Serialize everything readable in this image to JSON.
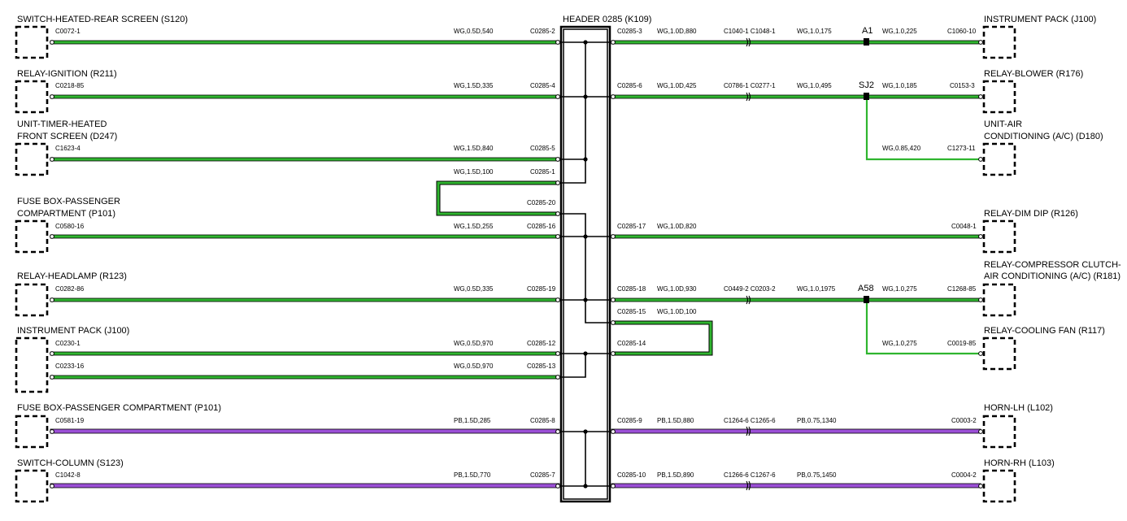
{
  "header": {
    "title": "HEADER 0285 (K109)"
  },
  "left_components": [
    {
      "lines": [
        "SWITCH-HEATED-REAR SCREEN (S120)"
      ]
    },
    {
      "lines": [
        "RELAY-IGNITION (R211)"
      ]
    },
    {
      "lines": [
        "UNIT-TIMER-HEATED",
        "FRONT SCREEN (D247)"
      ]
    },
    {
      "lines": [
        "FUSE BOX-PASSENGER",
        "COMPARTMENT (P101)"
      ]
    },
    {
      "lines": [
        "RELAY-HEADLAMP (R123)"
      ]
    },
    {
      "lines": [
        "INSTRUMENT PACK (J100)"
      ]
    },
    {
      "lines": [
        "FUSE BOX-PASSENGER COMPARTMENT (P101)"
      ]
    },
    {
      "lines": [
        "SWITCH-COLUMN (S123)"
      ]
    }
  ],
  "right_components": [
    {
      "lines": [
        "INSTRUMENT PACK (J100)"
      ]
    },
    {
      "lines": [
        "RELAY-BLOWER (R176)"
      ]
    },
    {
      "lines": [
        "UNIT-AIR",
        "CONDITIONING (A/C) (D180)"
      ]
    },
    {
      "lines": [
        "RELAY-DIM DIP (R126)"
      ]
    },
    {
      "lines": [
        "RELAY-COMPRESSOR CLUTCH-",
        "AIR CONDITIONING (A/C) (R181)"
      ]
    },
    {
      "lines": [
        "RELAY-COOLING FAN (R117)"
      ]
    },
    {
      "lines": [
        "HORN-LH (L102)"
      ]
    },
    {
      "lines": [
        "HORN-RH (L103)"
      ]
    }
  ],
  "left_wires": [
    {
      "pin": "C0072-1",
      "wire": "WG,0.5D,540",
      "header_pin": "C0285-2",
      "color": "green"
    },
    {
      "pin": "C0218-85",
      "wire": "WG,1.5D,335",
      "header_pin": "C0285-4",
      "color": "green"
    },
    {
      "pin": "C1623-4",
      "wire": "WG,1.5D,840",
      "header_pin": "C0285-5",
      "color": "green"
    },
    {
      "pin": "",
      "wire": "WG,1.5D,100",
      "header_pin": "C0285-1",
      "color": "none"
    },
    {
      "pin": "",
      "wire": "",
      "header_pin": "C0285-20",
      "color": "green"
    },
    {
      "pin": "C0580-16",
      "wire": "WG,1.5D,255",
      "header_pin": "C0285-16",
      "color": "green"
    },
    {
      "pin": "C0282-86",
      "wire": "WG,0.5D,335",
      "header_pin": "C0285-19",
      "color": "green"
    },
    {
      "pin": "C0230-1",
      "wire": "WG,0.5D,970",
      "header_pin": "C0285-12",
      "color": "green"
    },
    {
      "pin": "C0233-16",
      "wire": "WG,0.5D,970",
      "header_pin": "C0285-13",
      "color": "green"
    },
    {
      "pin": "C0581-19",
      "wire": "PB,1.5D,285",
      "header_pin": "C0285-8",
      "color": "purple"
    },
    {
      "pin": "C1042-8",
      "wire": "PB,1.5D,770",
      "header_pin": "C0285-7",
      "color": "purple"
    }
  ],
  "right_wires": [
    {
      "header_pin": "C0285-3",
      "wire1": "WG,1.0D,880",
      "inline": "C1040-1 C1048-1",
      "wire2": "WG,1.0,175",
      "node": "A1",
      "wire3": "WG,1.0,225",
      "pin": "C1060-10",
      "color": "green"
    },
    {
      "header_pin": "C0285-6",
      "wire1": "WG,1.0D,425",
      "inline": "C0786-1 C0277-1",
      "wire2": "WG,1.0,495",
      "node": "SJ2",
      "wire3": "WG,1.0,185",
      "pin": "C0153-3",
      "color": "green"
    },
    {
      "header_pin": "",
      "wire1": "",
      "inline": "",
      "wire2": "",
      "node": "",
      "wire3": "WG,0.85,420",
      "pin": "C1273-11",
      "color": "green"
    },
    {
      "header_pin": "C0285-17",
      "wire1": "WG,1.0D,820",
      "inline": "",
      "wire2": "",
      "node": "",
      "wire3": "",
      "pin": "C0048-1",
      "color": "green"
    },
    {
      "header_pin": "C0285-18",
      "wire1": "WG,1.0D,930",
      "inline": "C0449-2 C0203-2",
      "wire2": "WG,1.0,1975",
      "node": "A58",
      "wire3": "WG,1.0,275",
      "pin": "C1268-85",
      "color": "green"
    },
    {
      "header_pin": "C0285-15",
      "wire1": "WG,1.0D,100",
      "inline": "",
      "wire2": "",
      "node": "",
      "wire3": "",
      "pin": "",
      "color": "none"
    },
    {
      "header_pin": "C0285-14",
      "wire1": "",
      "inline": "",
      "wire2": "",
      "node": "",
      "wire3": "WG,1.0,275",
      "pin": "C0019-85",
      "color": "green"
    },
    {
      "header_pin": "C0285-9",
      "wire1": "PB,1.5D,880",
      "inline": "C1264-6 C1265-6",
      "wire2": "PB,0.75,1340",
      "node": "",
      "wire3": "",
      "pin": "C0003-2",
      "color": "purple"
    },
    {
      "header_pin": "C0285-10",
      "wire1": "PB,1.5D,890",
      "inline": "C1266-6 C1267-6",
      "wire2": "PB,0.75,1450",
      "node": "",
      "wire3": "",
      "pin": "C0004-2",
      "color": "purple"
    }
  ],
  "colors": {
    "green": "#2fb52f",
    "purple": "#9b4fd6",
    "black": "#000000"
  }
}
